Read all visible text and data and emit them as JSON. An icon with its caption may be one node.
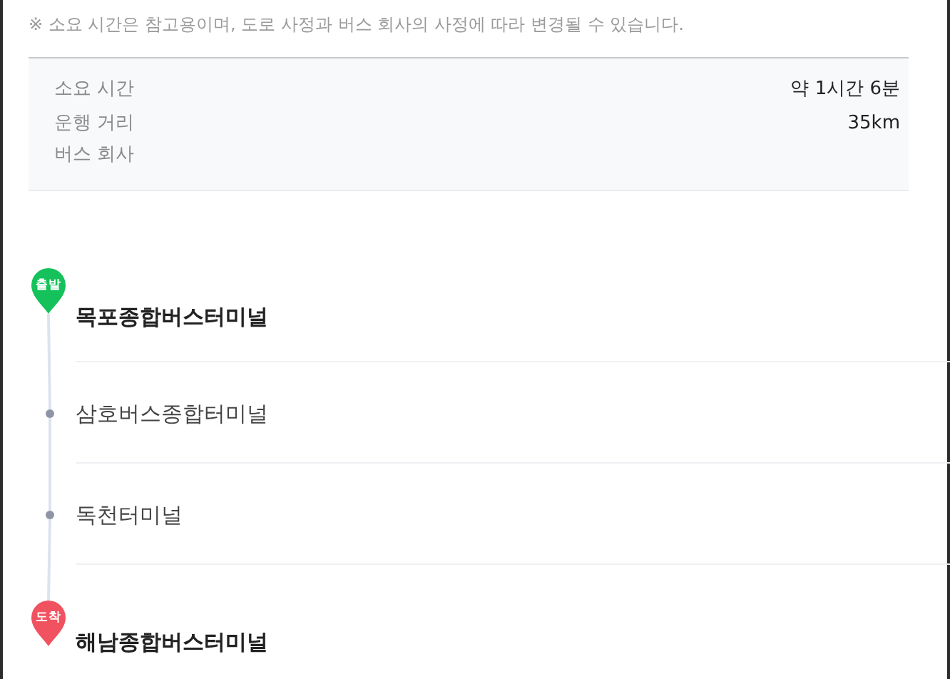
{
  "diagram": {
    "nodes": [
      {
        "text": [
          "출발"
        ],
        "beside": [
          "목포종합버스터미널"
        ]
      },
      {
        "text": [],
        "shape": "circle",
        "beside": [
          "삼호버스종합터미널"
        ]
      },
      {
        "text": [],
        "shape": "circle",
        "beside": [
          "독천터미널"
        ]
      },
      {
        "text": [
          "도착"
        ],
        "beside": [
          "해남종합버스터미널"
        ]
      }
    ],
    "edges": [
      {
        "from": 0,
        "to": 1,
        "arrow": "none"
      },
      {
        "from": 1,
        "to": 2,
        "arrow": "none"
      },
      {
        "from": 2,
        "to": 3,
        "arrow": "none"
      }
    ],
    "labels": [
      "※ 소요 시간은 참고용이며, 도로 사정과 버스 회사의 사정에 따라 변경될 수 있습니다.",
      "소요 시간",
      "약 1시간 6분",
      "운행 거리",
      "35km",
      "버스 회사"
    ]
  }
}
